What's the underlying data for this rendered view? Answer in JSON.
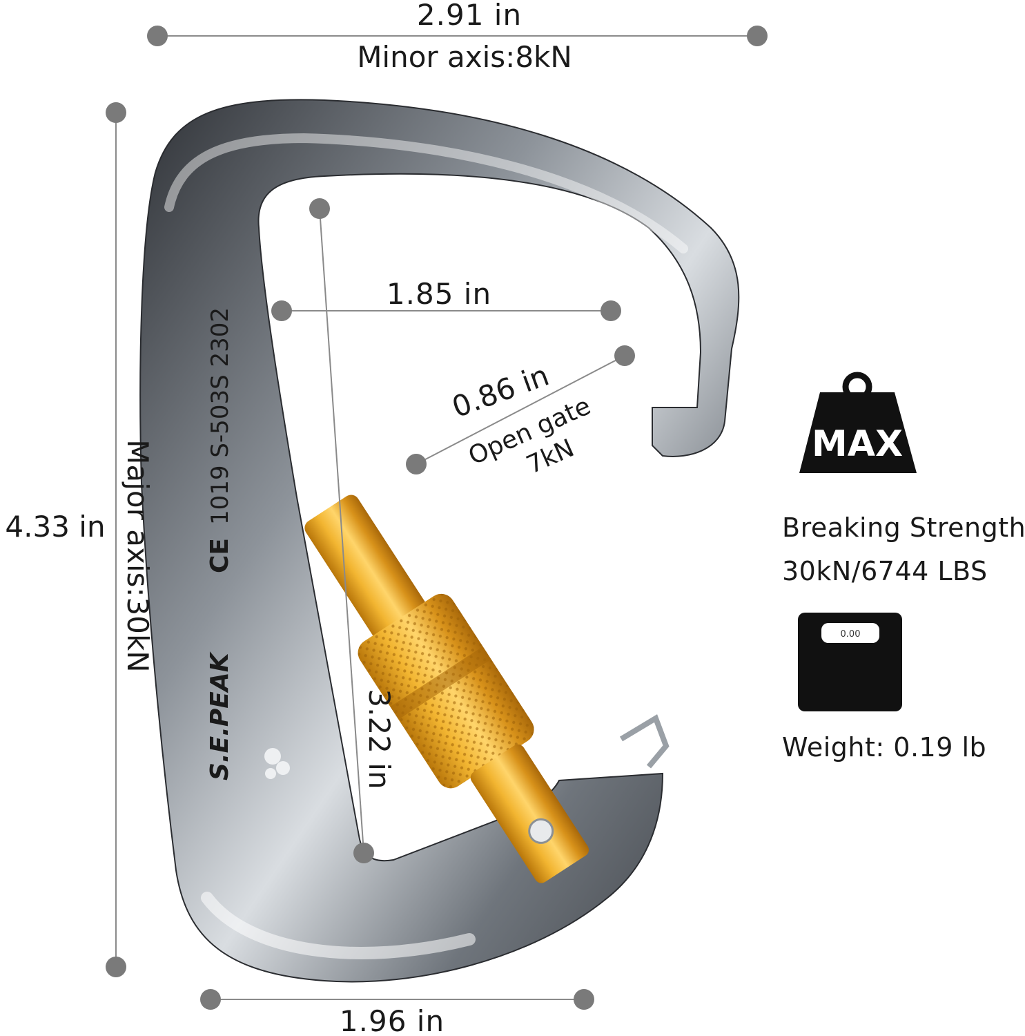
{
  "dimensions": {
    "overall_width": "2.91 in",
    "minor_axis": "Minor axis:8kN",
    "overall_length": "4.33 in",
    "major_axis": "Major axis:30kN",
    "inner_width": "1.85 in",
    "gate_opening": "0.86 in",
    "open_gate": "Open gate",
    "open_gate_strength": "7kN",
    "inner_length": "3.22 in",
    "bottom_width": "1.96 in"
  },
  "product_marking": {
    "brand": "S.E.PEAK",
    "ce": "CE",
    "code": "1019 S-503S 2302"
  },
  "specs": {
    "max_label": "MAX",
    "breaking_strength_label": "Breaking Strength:",
    "breaking_strength_value": "30kN/6744 LBS",
    "scale_display": "0.00",
    "weight": "Weight: 0.19 lb"
  },
  "colors": {
    "frame_dark": "#3c3f45",
    "frame_light": "#c9cdd2",
    "gate_gold": "#e3a21a",
    "dot_gray": "#7a7a7a",
    "icon_black": "#111111"
  }
}
